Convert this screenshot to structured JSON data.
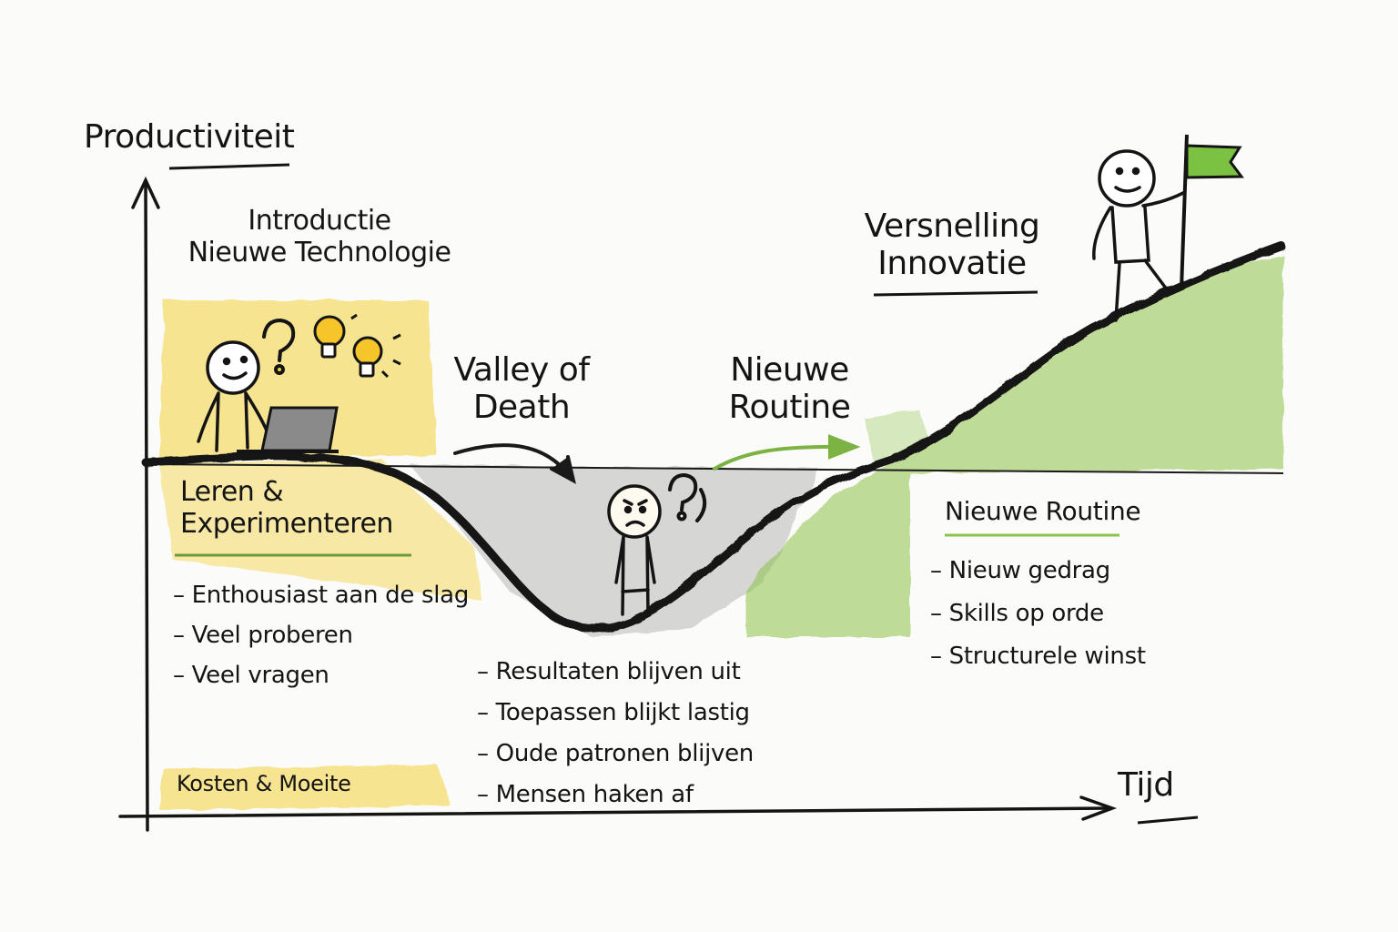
{
  "axes": {
    "y_label": "Productiviteit",
    "x_label": "Tijd"
  },
  "phases": {
    "intro": {
      "title_line1": "Introductie",
      "title_line2": "Nieuwe Technologie",
      "section_title_line1": "Leren &",
      "section_title_line2": "Experimenteren",
      "bullets": [
        "Enthousiast aan de slag",
        "Veel proberen",
        "Veel vragen"
      ],
      "footer": "Kosten & Moeite"
    },
    "valley": {
      "title_line1": "Valley of",
      "title_line2": "Death",
      "bullets": [
        "Resultaten blijven uit",
        "Toepassen blijkt lastig",
        "Oude patronen blijven",
        "Mensen haken af"
      ]
    },
    "routine_arrow": {
      "title_line1": "Nieuwe",
      "title_line2": "Routine"
    },
    "routine": {
      "section_title": "Nieuwe Routine",
      "bullets": [
        "Nieuw gedrag",
        "Skills op orde",
        "Structurele winst"
      ]
    },
    "acceleration": {
      "title_line1": "Versnelling",
      "title_line2": "Innovatie"
    }
  },
  "colors": {
    "yellow": "#f3d23c",
    "green": "#8cc34a",
    "gray": "#bdbdbd",
    "ink": "#141414",
    "flag": "#7cc242",
    "bulb": "#f5c52a"
  }
}
